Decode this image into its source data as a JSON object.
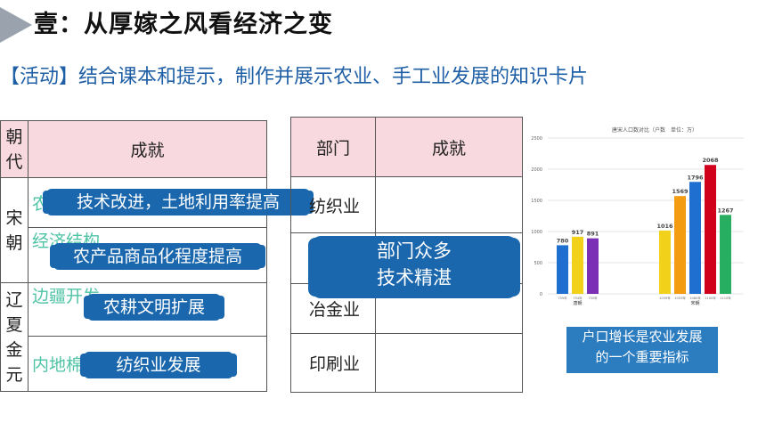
{
  "header": {
    "title": "壹：从厚嫁之风看经济之变",
    "activity": "【活动】结合课本和提示，制作并展示农业、手工业发展的知识卡片"
  },
  "table1": {
    "headers": [
      "朝代",
      "成就"
    ],
    "dynasties": [
      "宋朝",
      "辽夏金元"
    ],
    "rows": [
      {
        "hint": "农",
        "card": "技术改进，土地利用率提高"
      },
      {
        "hint": "经济结构",
        "card": "农产品商品化程度提高"
      },
      {
        "hint": "边疆开发",
        "card": "农耕文明扩展"
      },
      {
        "hint": "内地棉",
        "card": "纺织业发展"
      }
    ]
  },
  "table2": {
    "headers": [
      "部门",
      "成就"
    ],
    "rows": [
      "纺织业",
      "",
      "冶金业",
      "印刷业"
    ],
    "card": [
      "部门众多",
      "技术精湛"
    ]
  },
  "chart_data": {
    "type": "bar",
    "title": "唐宋人口数对比（户数　单位：万）",
    "groups": [
      {
        "label": "唐朝",
        "x": [
          "755年",
          "754年",
          "755年"
        ],
        "values": [
          780,
          917,
          891
        ],
        "colors": [
          "#1f6fd1",
          "#f2d11a",
          "#7b2fb5"
        ]
      },
      {
        "label": "宋朝",
        "x": [
          "1039年",
          "1053年",
          "1080年",
          "1100年",
          "1110年"
        ],
        "values": [
          1016,
          1569,
          1796,
          2068,
          1267
        ],
        "colors": [
          "#f2d11a",
          "#f39c12",
          "#1f6fd1",
          "#d0021b",
          "#27ae60"
        ]
      }
    ],
    "ylim": [
      0,
      2500
    ],
    "yticks": [
      0,
      500,
      1000,
      1500,
      2000,
      2500
    ],
    "grid": true
  },
  "note": {
    "lines": [
      "户口增长是农业发展",
      "的一个重要指标"
    ]
  }
}
